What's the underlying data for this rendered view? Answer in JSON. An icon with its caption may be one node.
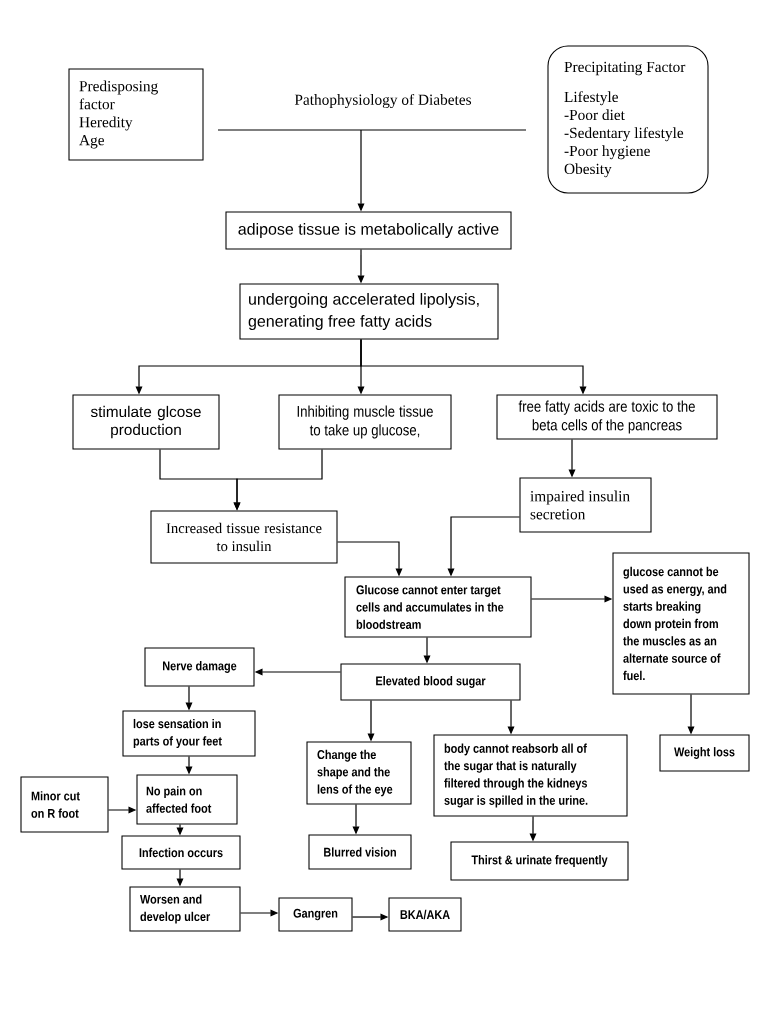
{
  "diagram": {
    "title": "Pathophysiology of Diabetes",
    "nodes": [
      {
        "text": [
          "Predisposing factor",
          "Heredity",
          "Age"
        ]
      },
      {
        "text": [
          "Precipitating Factor",
          "Lifestyle",
          "-Poor diet",
          "-Sedentary lifestyle",
          "-Poor hygiene",
          "Obesity"
        ]
      },
      {
        "text": [
          "adipose tissue is metabolically active"
        ]
      },
      {
        "text": [
          "undergoing accelerated lipolysis, generating free fatty acids"
        ]
      },
      {
        "text": [
          "stimulate glcose production"
        ]
      },
      {
        "text": [
          "Inhibiting muscle tissue to take up glucose,"
        ]
      },
      {
        "text": [
          "free fatty acids are toxic to the beta cells of the pancreas"
        ]
      },
      {
        "text": [
          "Increased tissue resistance to insulin"
        ]
      },
      {
        "text": [
          "impaired insulin secretion"
        ]
      },
      {
        "text": [
          "Glucose cannot enter target cells and accumulates in the bloodstream"
        ]
      },
      {
        "text": [
          "glucose cannot be used as energy, and starts breaking down protein from the muscles as an alternate source of fuel."
        ]
      },
      {
        "text": [
          "Elevated blood sugar"
        ]
      },
      {
        "text": [
          "Nerve damage"
        ]
      },
      {
        "text": [
          "lose sensation in parts of your feet"
        ]
      },
      {
        "text": [
          "No pain on affected foot"
        ]
      },
      {
        "text": [
          "Minor cut on R foot"
        ]
      },
      {
        "text": [
          "Infection occurs"
        ]
      },
      {
        "text": [
          "Worsen and develop ulcer"
        ]
      },
      {
        "text": [
          "Gangren"
        ]
      },
      {
        "text": [
          "BKA/AKA"
        ]
      },
      {
        "text": [
          "Change the shape and the lens of the eye"
        ]
      },
      {
        "text": [
          "Blurred vision"
        ]
      },
      {
        "text": [
          "body cannot reabsorb all of the sugar that is naturally filtered through the kidneys sugar is spilled in the urine."
        ]
      },
      {
        "text": [
          "Thirst & urinate frequently"
        ]
      },
      {
        "text": [
          "Weight loss"
        ]
      }
    ],
    "edges": [
      {
        "from": null,
        "to": 2,
        "arrow": "to"
      },
      {
        "from": 2,
        "to": 3,
        "arrow": "to"
      },
      {
        "from": 3,
        "to": 4,
        "arrow": "to"
      },
      {
        "from": 3,
        "to": 5,
        "arrow": "to"
      },
      {
        "from": 3,
        "to": 6,
        "arrow": "to"
      },
      {
        "from": 4,
        "to": 7,
        "arrow": "to"
      },
      {
        "from": 5,
        "to": 7,
        "arrow": "to"
      },
      {
        "from": 6,
        "to": 8,
        "arrow": "to"
      },
      {
        "from": 7,
        "to": 9,
        "arrow": "to"
      },
      {
        "from": 8,
        "to": 9,
        "arrow": "to"
      },
      {
        "from": 9,
        "to": 10,
        "arrow": "to"
      },
      {
        "from": 9,
        "to": 11,
        "arrow": "to"
      },
      {
        "from": 11,
        "to": 12,
        "arrow": "to"
      },
      {
        "from": 12,
        "to": 13,
        "arrow": "to"
      },
      {
        "from": 13,
        "to": 14,
        "arrow": "to"
      },
      {
        "from": 15,
        "to": 14,
        "arrow": "to"
      },
      {
        "from": 14,
        "to": 16,
        "arrow": "to"
      },
      {
        "from": 16,
        "to": 17,
        "arrow": "to"
      },
      {
        "from": 17,
        "to": 18,
        "arrow": "to"
      },
      {
        "from": 18,
        "to": 19,
        "arrow": "to"
      },
      {
        "from": 11,
        "to": 20,
        "arrow": "to"
      },
      {
        "from": 20,
        "to": 21,
        "arrow": "to"
      },
      {
        "from": 11,
        "to": 22,
        "arrow": "to"
      },
      {
        "from": 22,
        "to": 23,
        "arrow": "to"
      },
      {
        "from": 10,
        "to": 24,
        "arrow": "to"
      }
    ]
  }
}
